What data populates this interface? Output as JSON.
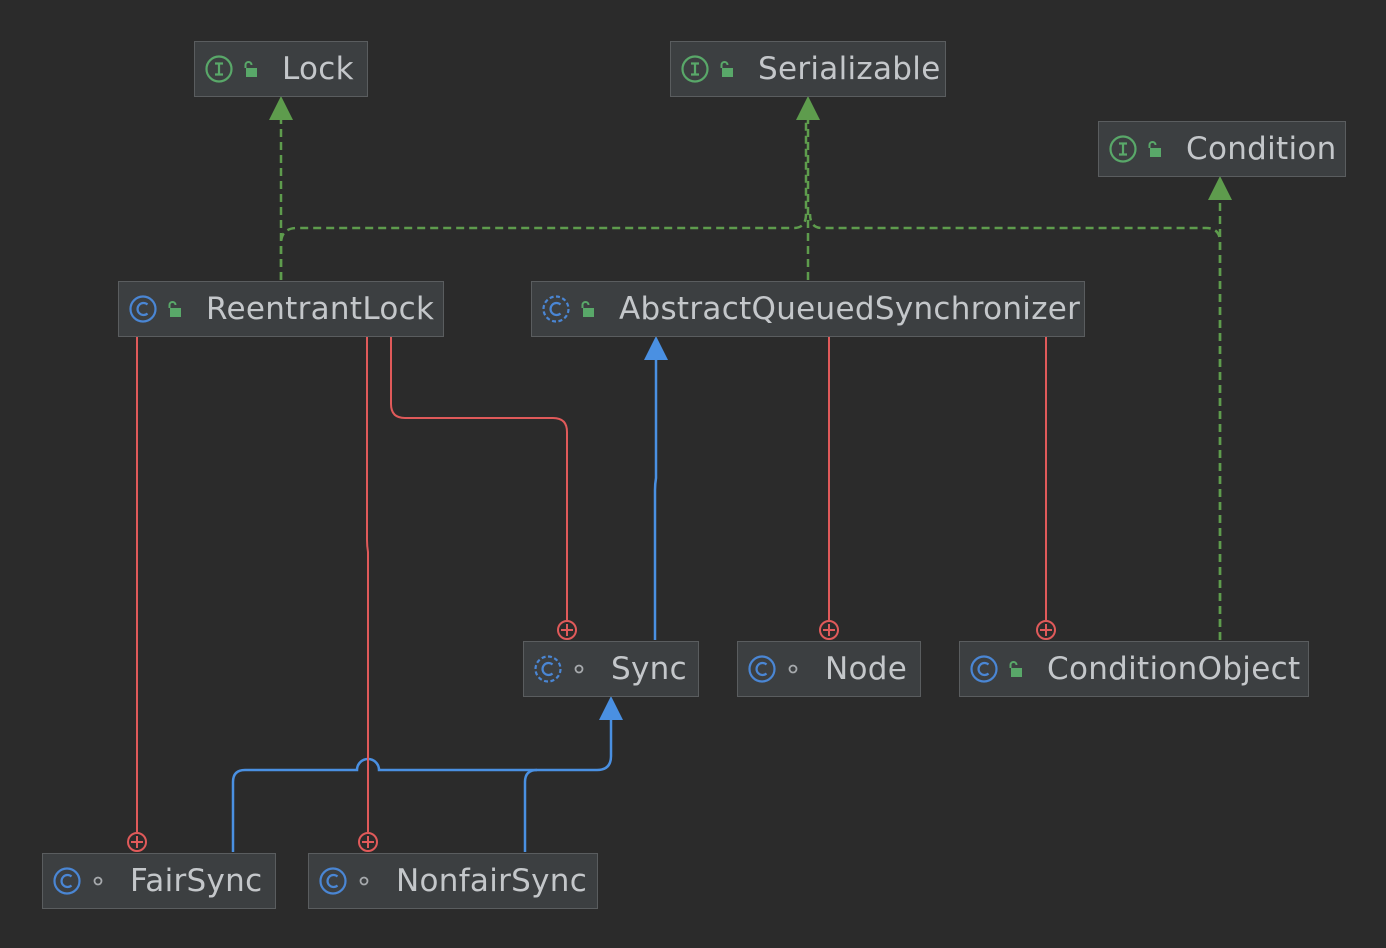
{
  "colors": {
    "background": "#2b2b2b",
    "node_fill": "#3c3f41",
    "node_border": "#5a5d5f",
    "text": "#c4c7ca",
    "implements_edge": "#5e9c4d",
    "extends_edge": "#4a90e2",
    "inner_class_edge": "#e05a5a",
    "interface_icon": "#59a869",
    "class_icon": "#4a86d4",
    "public_icon": "#59a869",
    "package_private_icon": "#a7aaad"
  },
  "nodes": {
    "lock": {
      "label": "Lock",
      "kind": "interface-icon",
      "visibility": "public-lock-icon"
    },
    "serializable": {
      "label": "Serializable",
      "kind": "interface-icon",
      "visibility": "public-lock-icon"
    },
    "condition": {
      "label": "Condition",
      "kind": "interface-icon",
      "visibility": "public-lock-icon"
    },
    "reentrant_lock": {
      "label": "ReentrantLock",
      "kind": "class-icon",
      "visibility": "public-lock-icon"
    },
    "aqs": {
      "label": "AbstractQueuedSynchronizer",
      "kind": "abstract-class-icon",
      "visibility": "public-lock-icon"
    },
    "sync": {
      "label": "Sync",
      "kind": "abstract-class-icon",
      "visibility": "package-private-dot-icon"
    },
    "node": {
      "label": "Node",
      "kind": "class-icon",
      "visibility": "package-private-dot-icon"
    },
    "condition_object": {
      "label": "ConditionObject",
      "kind": "class-icon",
      "visibility": "public-lock-icon"
    },
    "fair_sync": {
      "label": "FairSync",
      "kind": "class-icon",
      "visibility": "package-private-dot-icon"
    },
    "nonfair_sync": {
      "label": "NonfairSync",
      "kind": "class-icon",
      "visibility": "package-private-dot-icon"
    }
  },
  "relations": [
    {
      "from": "reentrant_lock",
      "to": "lock",
      "type": "implements"
    },
    {
      "from": "reentrant_lock",
      "to": "serializable",
      "type": "implements"
    },
    {
      "from": "aqs",
      "to": "serializable",
      "type": "implements"
    },
    {
      "from": "condition_object",
      "to": "serializable",
      "type": "implements"
    },
    {
      "from": "condition_object",
      "to": "condition",
      "type": "implements"
    },
    {
      "from": "sync",
      "to": "aqs",
      "type": "extends"
    },
    {
      "from": "fair_sync",
      "to": "sync",
      "type": "extends"
    },
    {
      "from": "nonfair_sync",
      "to": "sync",
      "type": "extends"
    },
    {
      "from": "reentrant_lock",
      "to": "sync",
      "type": "inner-class"
    },
    {
      "from": "reentrant_lock",
      "to": "fair_sync",
      "type": "inner-class"
    },
    {
      "from": "reentrant_lock",
      "to": "nonfair_sync",
      "type": "inner-class"
    },
    {
      "from": "aqs",
      "to": "node",
      "type": "inner-class"
    },
    {
      "from": "aqs",
      "to": "condition_object",
      "type": "inner-class"
    }
  ]
}
